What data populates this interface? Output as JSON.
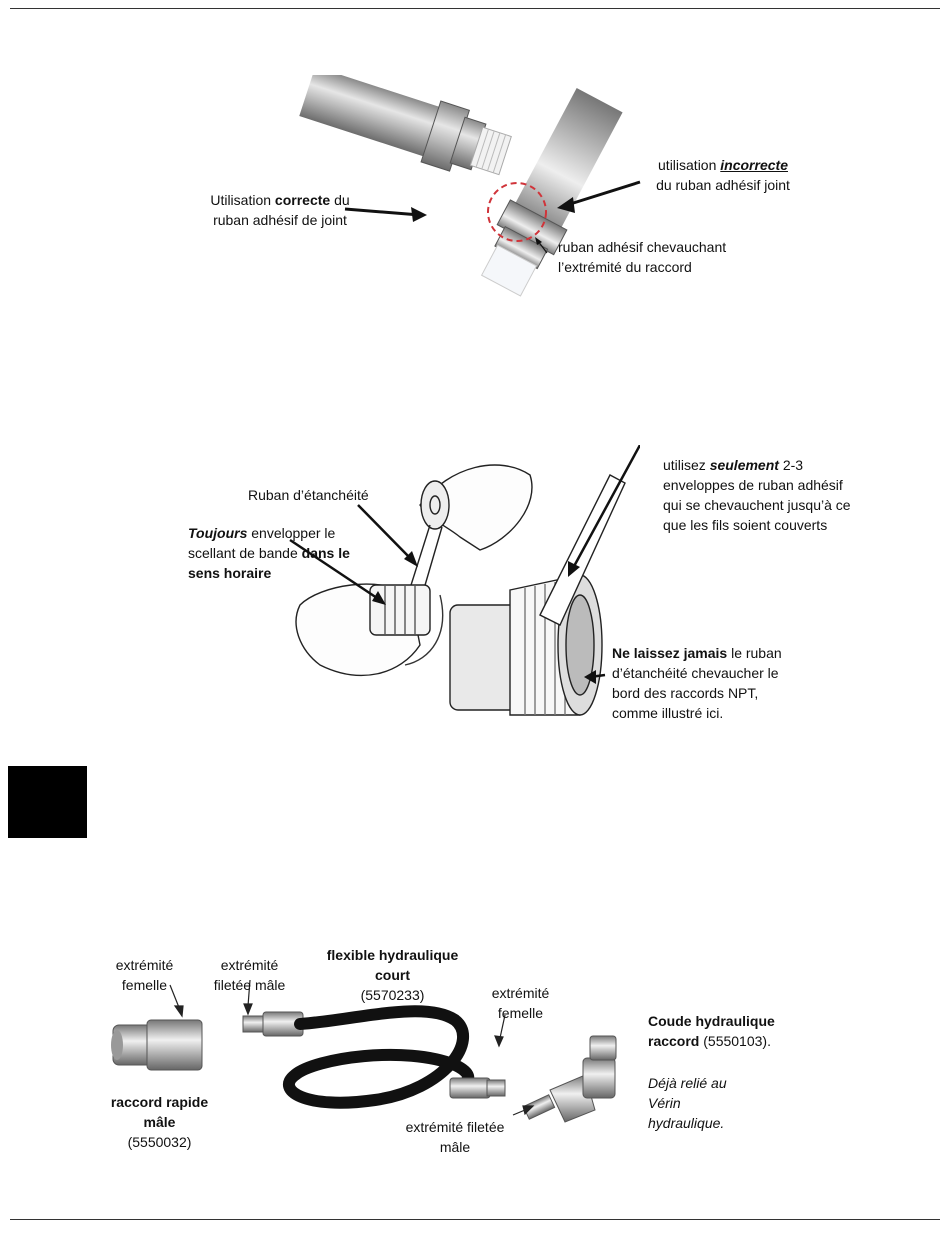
{
  "figure1": {
    "correct": {
      "pre": "Utilisation ",
      "bold": "correcte",
      "post": " du ruban adhésif de joint"
    },
    "incorrect": {
      "pre": "utilisation ",
      "bold": "incorrecte",
      "post": "du ruban adhésif joint"
    },
    "overlap": "ruban adhésif chevauchant l’extrémité du raccord"
  },
  "figure2": {
    "tape_label": "Ruban d’étanchéité",
    "always": {
      "b1": "Toujours",
      "t1": " envelopper le scellant de bande ",
      "b2": "dans le sens horaire"
    },
    "only": {
      "t1": "utilisez ",
      "b1": "seulement",
      "t2": " 2-3 enveloppes de ruban adhésif qui se chevauchent jusqu’à ce que les fils soient couverts"
    },
    "never": {
      "b1": "Ne laissez jamais",
      "t1": " le ruban d’étanchéité chevaucher le bord des raccords NPT, comme illustré ici."
    }
  },
  "figure3": {
    "female_end_1": "extrémité femelle",
    "male_threaded_1": "extrémité filetée mâle",
    "hose_title": "flexible hydraulique court",
    "hose_code": "(5570233)",
    "female_end_2": "extrémité femelle",
    "elbow_title_1": "Coude hydraulique",
    "elbow_title_2": "raccord",
    "elbow_code": " (5550103).",
    "elbow_note": "Déjà relié au Vérin hydraulique.",
    "coupler_title": "raccord rapide mâle",
    "coupler_code": "(5550032)",
    "male_threaded_2": "extrémité filetée mâle"
  }
}
